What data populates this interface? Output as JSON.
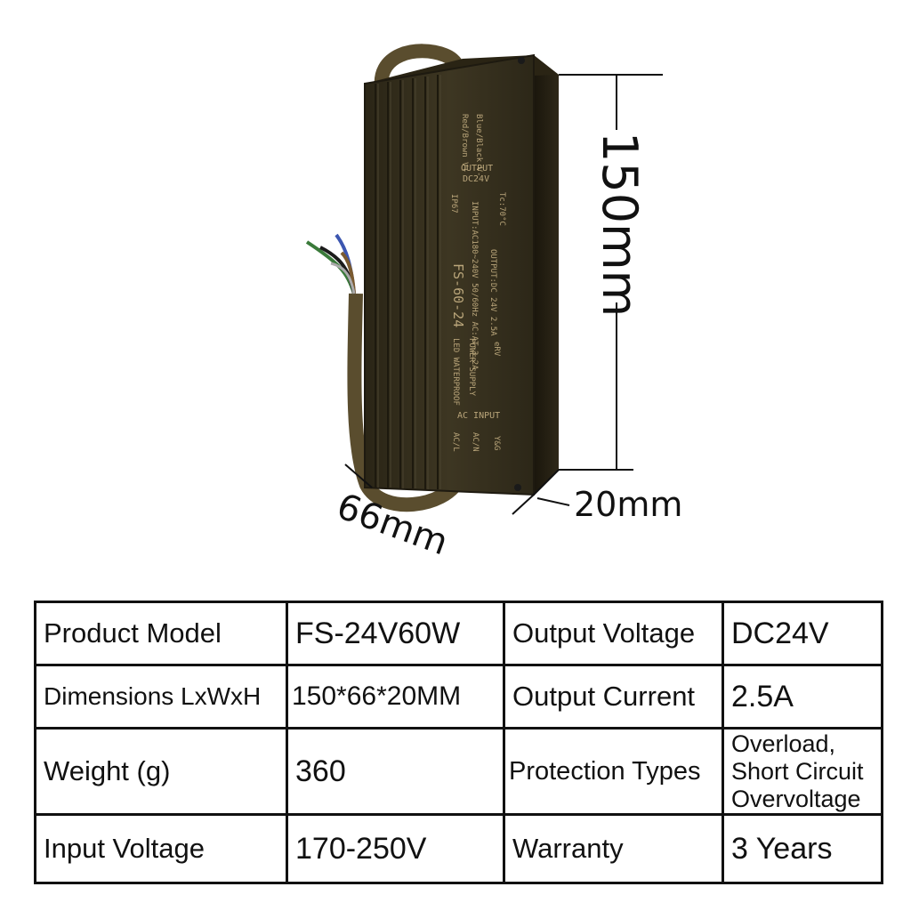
{
  "dimensions": {
    "length": "150mm",
    "width": "66mm",
    "height": "20mm"
  },
  "product_labels": {
    "output_wire_pos": "Red/Brown V+",
    "output_wire_neg": "Blue/Black V-",
    "output_title": "OUTPUT",
    "output_voltage": "DC24V",
    "ip_rating": "IP67",
    "model": "FS-60-24",
    "input_spec": "INPUT:AC180~240V 50/60Hz AC:AT~3.2A",
    "output_spec": "OUTPUT:DC 24V 2.5A",
    "temperature": "Tc:70°C",
    "product_line1": "LED WATERPROOF",
    "product_line2": "POWER SUPPLY",
    "cert_mark": "eRV",
    "input_title": "AC INPUT",
    "ac_l": "AC/L",
    "ac_n": "AC/N",
    "ground": "Y&G"
  },
  "colors": {
    "housing": "#3a3320",
    "housing_edge": "#1e1a10",
    "cable": "#5a4d2e",
    "label_text": "#b9a57a"
  },
  "specs": [
    {
      "label1": "Product Model",
      "value1": "FS-24V60W",
      "label2": "Output Voltage",
      "value2": "DC24V"
    },
    {
      "label1": "Dimensions LxWxH",
      "value1": "150*66*20MM",
      "label2": "Output Current",
      "value2": "2.5A"
    },
    {
      "label1": "Weight (g)",
      "value1": "360",
      "label2": "Protection Types",
      "value2": "Overload, Short Circuit Overvoltage"
    },
    {
      "label1": "Input Voltage",
      "value1": "170-250V",
      "label2": "Warranty",
      "value2": "3 Years"
    }
  ]
}
